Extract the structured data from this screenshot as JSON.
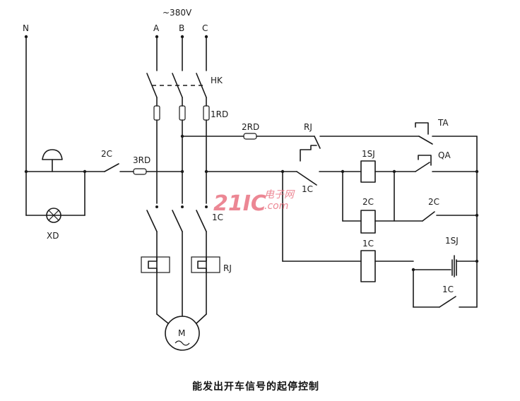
{
  "supply": {
    "neutral": "N",
    "voltage": "~380V",
    "phase_a": "A",
    "phase_b": "B",
    "phase_c": "C"
  },
  "labels": {
    "hk": "HK",
    "fuse_1rd": "1RD",
    "fuse_2rd": "2RD",
    "fuse_3rd": "3RD",
    "relay_rj_top": "RJ",
    "stop_button": "TA",
    "start_button": "QA",
    "timer_1sj_coil": "1SJ",
    "contact_1c_upper": "1C",
    "coil_2c": "2C",
    "contact_2c_right": "2C",
    "coil_1c": "1C",
    "timer_1sj_contact": "1SJ",
    "contact_1c_lower": "1C",
    "contact_2c_left": "2C",
    "main_contact_1c": "1C",
    "thermal_rj": "RJ",
    "lamp_xd": "XD",
    "motor": "M"
  },
  "watermark": {
    "brand": "21IC",
    "domain": "电子网",
    "suffix": ".com"
  },
  "caption": "能发出开车信号的起停控制"
}
